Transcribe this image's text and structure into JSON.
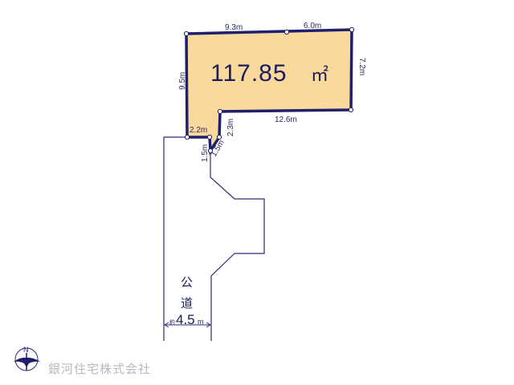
{
  "lot": {
    "area_value": "117.85",
    "area_unit": "㎡",
    "fill_color": "#F9DA9C",
    "line_color": "#1F1F6E"
  },
  "dimensions": {
    "top_left": "9.3m",
    "top_right": "6.0m",
    "right": "7.2m",
    "left": "9.5m",
    "inner_bottom": "12.6m",
    "inner_vertical": "2.3m",
    "bottom_left": "2.2m",
    "flag_left": "1.5m",
    "flag_diag": "1.5m"
  },
  "road": {
    "label_line1": "公",
    "label_line2": "道",
    "width_prefix": "約",
    "width_value": "4.5",
    "width_unit": "m"
  },
  "footer": {
    "compass_label": "N",
    "company_name": "銀河住宅株式会社"
  }
}
